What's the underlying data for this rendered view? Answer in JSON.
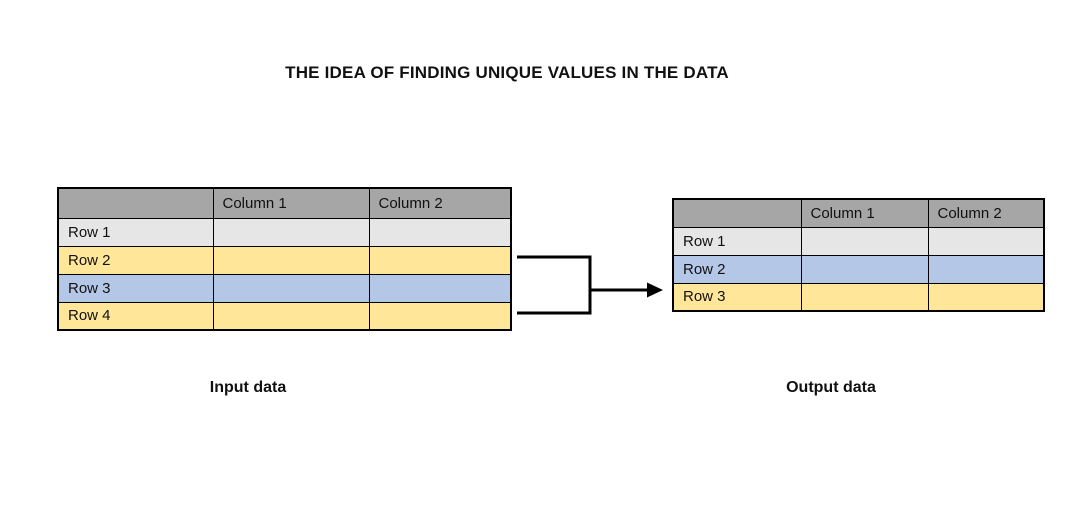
{
  "title": "THE IDEA OF FINDING UNIQUE VALUES IN THE DATA",
  "colors": {
    "header_bg": "#A6A6A6",
    "gray": "#E7E6E6",
    "yellow": "#FFE699",
    "blue": "#B4C7E7",
    "border": "#000000",
    "arrow": "#000000"
  },
  "input_table": {
    "caption": "Input data",
    "headers": [
      "",
      "Column 1",
      "Column 2"
    ],
    "rows": [
      {
        "label": "Row 1",
        "color": "gray",
        "cells": [
          "",
          ""
        ]
      },
      {
        "label": "Row 2",
        "color": "yellow",
        "cells": [
          "",
          ""
        ]
      },
      {
        "label": "Row 3",
        "color": "blue",
        "cells": [
          "",
          ""
        ]
      },
      {
        "label": "Row 4",
        "color": "yellow",
        "cells": [
          "",
          ""
        ]
      }
    ]
  },
  "output_table": {
    "caption": "Output data",
    "headers": [
      "",
      "Column 1",
      "Column 2"
    ],
    "rows": [
      {
        "label": "Row 1",
        "color": "gray",
        "cells": [
          "",
          ""
        ]
      },
      {
        "label": "Row 2",
        "color": "blue",
        "cells": [
          "",
          ""
        ]
      },
      {
        "label": "Row 3",
        "color": "yellow",
        "cells": [
          "",
          ""
        ]
      }
    ]
  },
  "arrow": {
    "description": "merge bracket from input rows 2 and 4 pointing to output table"
  }
}
